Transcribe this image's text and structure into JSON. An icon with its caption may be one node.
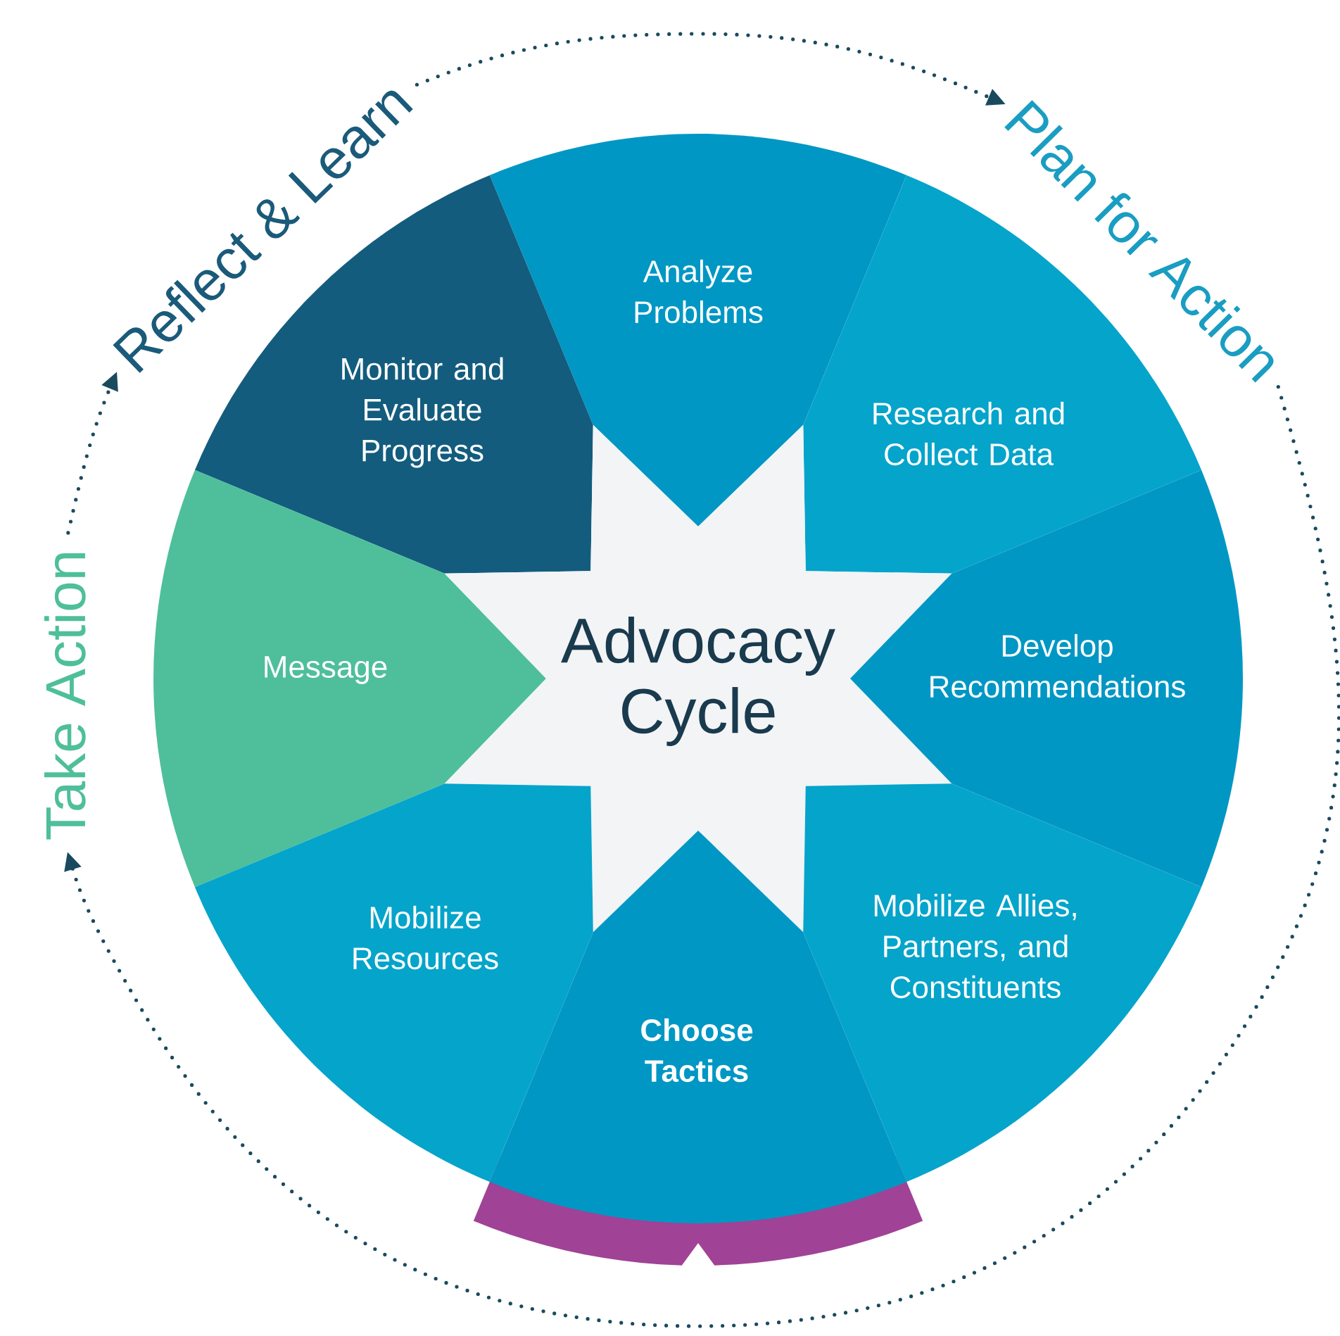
{
  "diagram": {
    "nodes": [
      {
        "text": [
          "Reflect & Learn"
        ]
      },
      {
        "text": [
          "Plan for Action"
        ]
      },
      {
        "text": [
          "Analyze Problems"
        ]
      },
      {
        "text": [
          "Monitor and Evaluate Progress"
        ]
      },
      {
        "text": [
          "Research and Collect Data"
        ]
      },
      {
        "text": [
          "Take Action"
        ]
      },
      {
        "text": [
          "Message"
        ]
      },
      {
        "text": [
          "Advocacy Cycle"
        ]
      },
      {
        "text": [
          "Develop Recommendations"
        ]
      },
      {
        "text": [
          "Mobilize Resources"
        ]
      },
      {
        "text": [
          "Mobilize Allies, Partners, and Constituents"
        ]
      },
      {
        "text": [
          "Choose Tactics"
        ]
      }
    ],
    "edges": [
      {
        "from": 0,
        "to": 1,
        "arrow": "to"
      },
      {
        "from": 1,
        "to": 5,
        "arrow": "to"
      },
      {
        "from": 5,
        "to": 0,
        "arrow": "to"
      }
    ]
  }
}
